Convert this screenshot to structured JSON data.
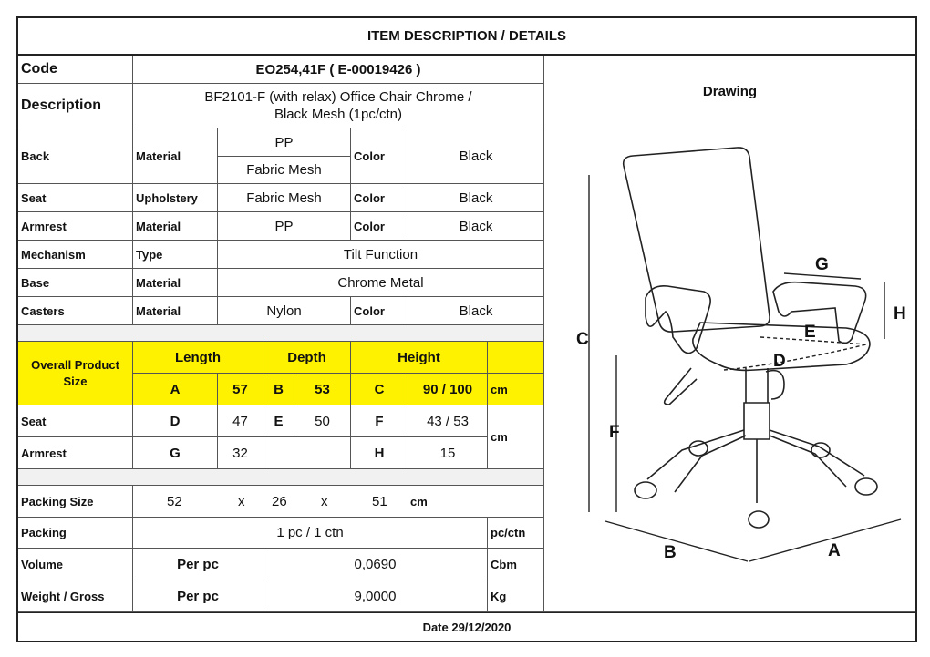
{
  "header": {
    "title": "ITEM DESCRIPTION / DETAILS"
  },
  "code": {
    "label": "Code",
    "value": "EO254,41F  ( E-00019426 )"
  },
  "description": {
    "label": "Description",
    "value": "BF2101-F (with relax) Office Chair Chrome / Black Mesh (1pc/ctn)"
  },
  "drawing": {
    "label": "Drawing",
    "dims": [
      "A",
      "B",
      "C",
      "D",
      "E",
      "F",
      "G",
      "H"
    ]
  },
  "parts": [
    {
      "part": "Back",
      "attr": "Material",
      "value": "PP",
      "value2": "Fabric Mesh",
      "color_label": "Color",
      "color": "Black"
    },
    {
      "part": "Seat",
      "attr": "Upholstery",
      "value": "Fabric Mesh",
      "color_label": "Color",
      "color": "Black"
    },
    {
      "part": "Armrest",
      "attr": "Material",
      "value": "PP",
      "color_label": "Color",
      "color": "Black"
    },
    {
      "part": "Mechanism",
      "attr": "Type",
      "value": "Tilt Function"
    },
    {
      "part": "Base",
      "attr": "Material",
      "value": "Chrome Metal"
    },
    {
      "part": "Casters",
      "attr": "Material",
      "value": "Nylon",
      "color_label": "Color",
      "color": "Black"
    }
  ],
  "overall": {
    "label": "Overall Product Size",
    "length_label": "Length",
    "depth_label": "Depth",
    "height_label": "Height",
    "a": "A",
    "a_val": "57",
    "b": "B",
    "b_val": "53",
    "c": "C",
    "c_val": "90 / 100",
    "unit": "cm"
  },
  "seat_dims": {
    "label": "Seat",
    "d": "D",
    "d_val": "47",
    "e": "E",
    "e_val": "50",
    "f": "F",
    "f_val": "43 / 53"
  },
  "armrest_dims": {
    "label": "Armrest",
    "g": "G",
    "g_val": "32",
    "h": "H",
    "h_val": "15"
  },
  "dims_unit": "cm",
  "packing_size": {
    "label": "Packing Size",
    "l": "52",
    "x1": "x",
    "w": "26",
    "x2": "x",
    "h": "51",
    "unit": "cm"
  },
  "packing": {
    "label": "Packing",
    "value": "1 pc / 1 ctn",
    "unit": "pc/ctn"
  },
  "volume": {
    "label": "Volume",
    "per": "Per pc",
    "value": "0,0690",
    "unit": "Cbm"
  },
  "weight": {
    "label": "Weight / Gross",
    "per": "Per pc",
    "value": "9,0000",
    "unit": "Kg"
  },
  "footer": {
    "date": "Date 29/12/2020"
  },
  "colors": {
    "highlight": "#fff200",
    "line": "#222222"
  }
}
